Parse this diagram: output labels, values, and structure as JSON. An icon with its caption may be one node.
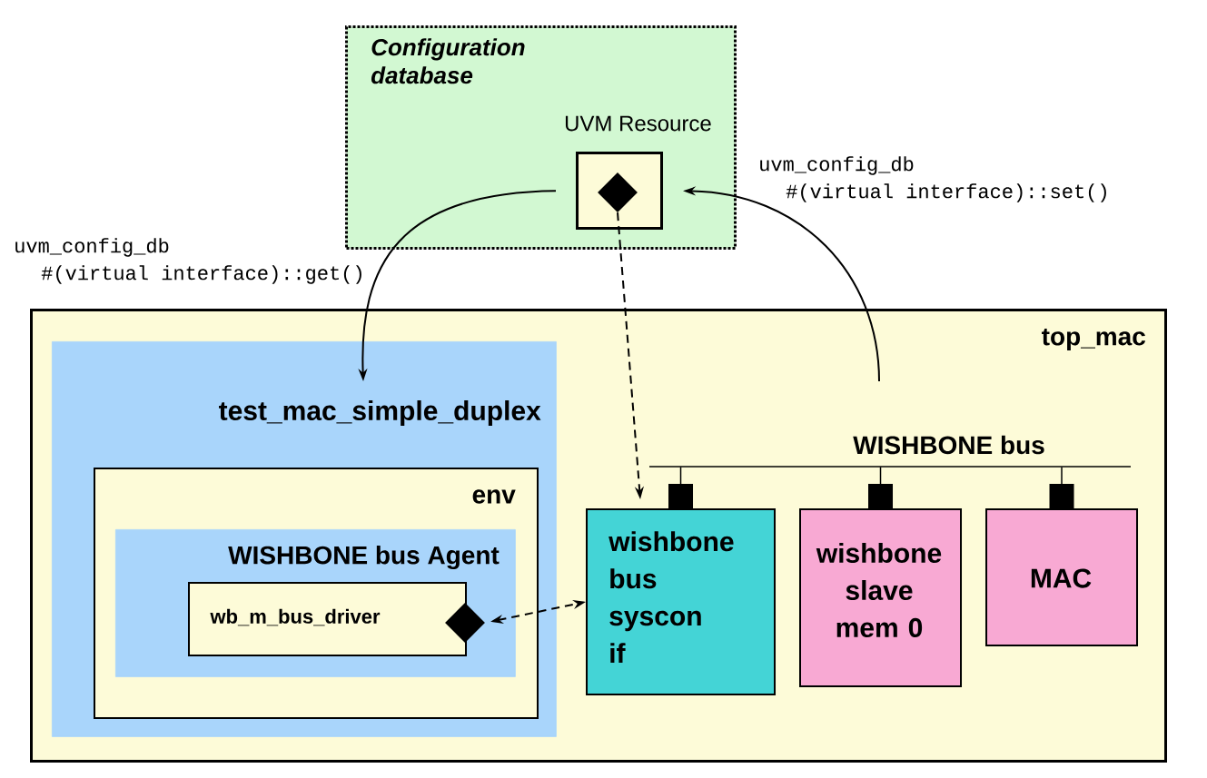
{
  "diagram": {
    "nodes": [
      {
        "text": [
          "Configuration database"
        ]
      },
      {
        "text": [
          "UVM Resource"
        ],
        "in": 0
      },
      {
        "text": [],
        "shape": "diamond",
        "in": 1
      },
      {
        "text": [
          "top_mac"
        ]
      },
      {
        "text": [
          "test_mac_simple_duplex"
        ],
        "in": 3
      },
      {
        "text": [
          "env"
        ],
        "in": 4
      },
      {
        "text": [
          "WISHBONE bus Agent"
        ],
        "in": 5
      },
      {
        "text": [
          "wb_m_bus_driver"
        ],
        "in": 6
      },
      {
        "text": [],
        "shape": "diamond",
        "in": 6
      },
      {
        "text": [
          "wishbone bus syscon if"
        ],
        "in": 3
      },
      {
        "text": [
          "wishbone slave mem 0"
        ],
        "in": 3
      },
      {
        "text": [
          "MAC"
        ],
        "in": 3
      },
      {
        "text": [
          "WISHBONE bus"
        ],
        "in": 3
      }
    ],
    "edges": [
      {
        "from": 1,
        "to": 4,
        "arrow": "to",
        "label": "uvm_config_db #(virtual interface)::get()"
      },
      {
        "from": null,
        "to": 1,
        "arrow": "to",
        "label": "uvm_config_db #(virtual interface)::set()"
      },
      {
        "from": 2,
        "to": 9,
        "arrow": "to",
        "style": "dashed"
      },
      {
        "from": 8,
        "to": 9,
        "arrow": "both",
        "style": "dashed"
      },
      {
        "from": 12,
        "to": 9,
        "arrow": "other"
      },
      {
        "from": 12,
        "to": 10,
        "arrow": "other"
      },
      {
        "from": 12,
        "to": 11,
        "arrow": "other"
      }
    ]
  }
}
